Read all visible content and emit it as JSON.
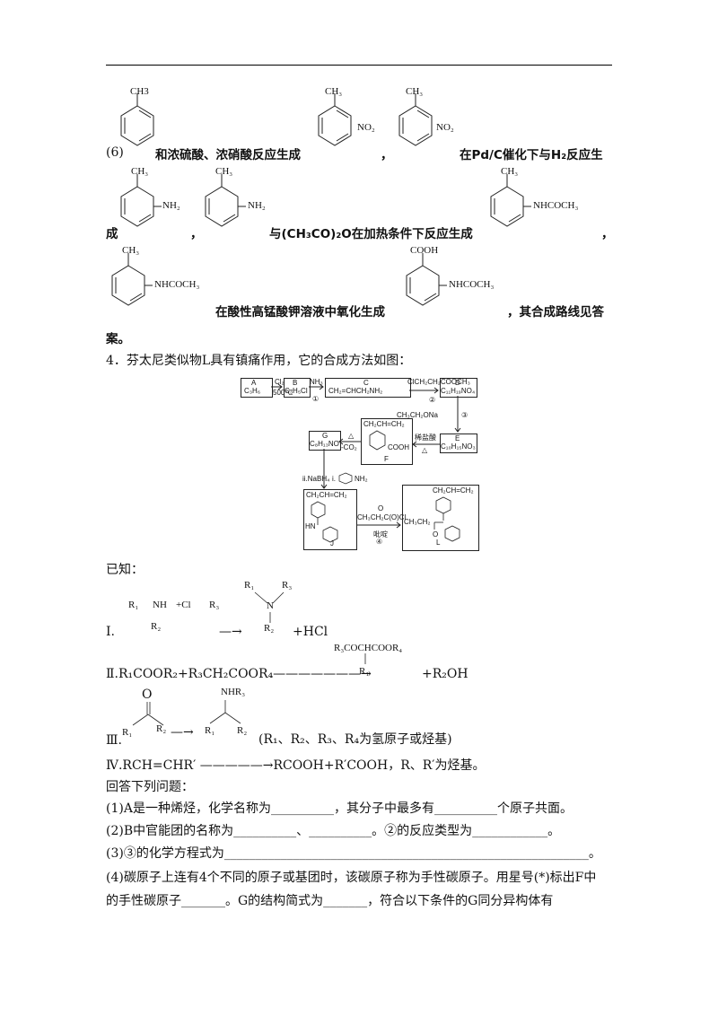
{
  "q6": {
    "label": "(6)",
    "line1_a": "和浓硫酸、浓硝酸反应生成",
    "line1_comma": "，",
    "line1_b": "在Pd/C催化下与H₂反应生",
    "line2_a": "成",
    "line2_comma": "，",
    "line2_b": "与(CH₃CO)₂O在加热条件下反应生成",
    "line2_end": "，",
    "line3_a": "在酸性高锰酸钾溶液中氧化生成",
    "line3_b": "，其合成路线见答",
    "line4": "案。",
    "struct": {
      "ch3": "CH₃",
      "ch3_plain": "CH3",
      "no2": "NO₂",
      "nh2": "NH₂",
      "nhcoch3": "NHCOCH₃",
      "cooh": "COOH"
    }
  },
  "q4": {
    "intro": "4．芬太尼类似物L具有镇痛作用，它的合成方法如图：",
    "scheme": {
      "A": "A",
      "A_formula": "C₃H₆",
      "arrow1_top": "Cl₂",
      "arrow1_bottom": "500℃",
      "B": "B",
      "B_formula": "C₃H₅Cl",
      "nh3": "NH₃",
      "step1": "①",
      "C": "C",
      "C_formula": "CH₂=CHCH₂NH₂",
      "reagent2": "ClCH₂CH₂COOCH₃",
      "step2": "②",
      "D": "D",
      "D_formula": "C₁₁H₁₉NO₄",
      "reagent3": "CH₃CH₂ONa",
      "step3": "③",
      "E": "E",
      "E_formula": "C₁₀H₁₅NO₃",
      "arrowE_top": "稀盐酸",
      "arrowE_bottom": "△",
      "F": "F",
      "F_top": "CH₂CH=CH₂",
      "F_cooh": "COOH",
      "arrowF_top": "△",
      "arrowF_bottom": "-CO₂",
      "G": "G",
      "G_formula": "C₈H₁₃NO",
      "reagentG_i": "i.",
      "reagentG_nh2": "NH₂",
      "reagentG_ii": "ii.NaBH₄",
      "J_top": "CH₂CH=CH₂",
      "J_hn": "HN",
      "J": "J",
      "reagent4": "CH₃CH₂C(O)Cl",
      "reagent4_o": "O",
      "reagent4_cl": "Cl",
      "reagent4_base": "吡啶",
      "step4": "④",
      "L_top": "CH₂CH=CH₂",
      "L_left": "CH₃CH₂",
      "L_o": "O",
      "L": "L"
    }
  },
  "known": {
    "title": "已知：",
    "I_label": "Ⅰ.",
    "I_r1": "R₁",
    "I_nh": "NH",
    "I_plus_cl": "+Cl",
    "I_r3": "R₃",
    "I_r2": "R₂",
    "I_prod_r1": "R₁",
    "I_prod_r3": "R₃",
    "I_prod_n": "N",
    "I_prod_r2": "R₂",
    "I_arrow": "—→",
    "I_hcl": "+HCl",
    "II_text": "Ⅱ.R₁COOR₂+R₃CH₂COOR₄———————→",
    "II_prod": "R₃COCHCOOR₄",
    "II_prod_r1": "R₁",
    "II_end": "+R₂OH",
    "III_label": "Ⅲ.",
    "III_o": "O",
    "III_r1": "R₁",
    "III_r2": "R₂",
    "III_arrow": "—→",
    "III_nhr3": "NHR₃",
    "III_prod_r1": "R₁",
    "III_prod_r2": "R₂",
    "III_note": "(R₁、R₂、R₃、R₄为氢原子或烃基)",
    "IV_text": "Ⅳ.RCH=CHR′ —————→RCOOH+R′COOH，R、R′为烃基。"
  },
  "questions": {
    "intro": "回答下列问题：",
    "q1": "(1)A是一种烯烃，化学名称为__________，其分子中最多有__________个原子共面。",
    "q2": "(2)B中官能团的名称为__________、__________。②的反应类型为____________。",
    "q3": "(3)③的化学方程式为__________________________________________________________。",
    "q4a": "(4)碳原子上连有4个不同的原子或基团时，该碳原子称为手性碳原子。用星号(*)标出F中",
    "q4b": "的手性碳原子_______。G的结构简式为_______，符合以下条件的G同分异构体有"
  }
}
